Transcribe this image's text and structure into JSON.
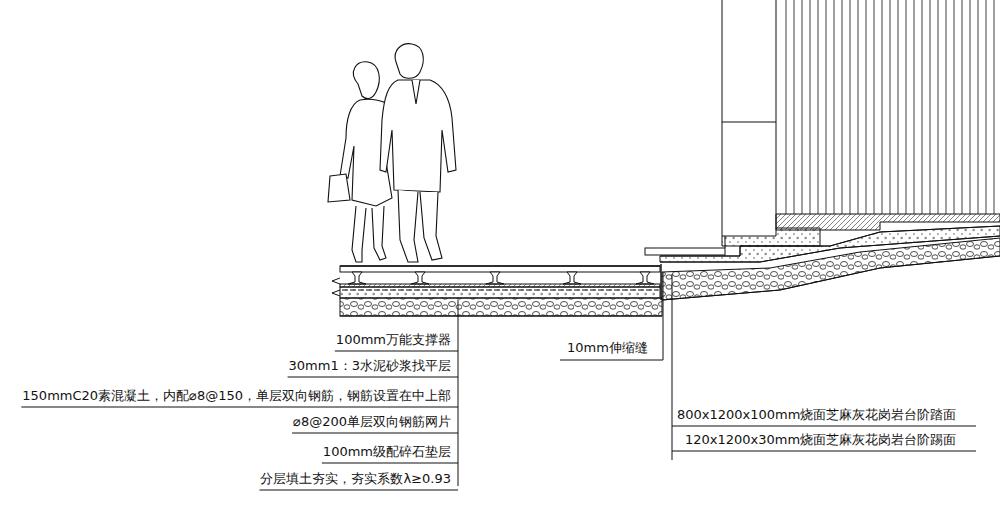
{
  "diagram": {
    "labels": [
      "100mm万能支撑器",
      "30mm1：3水泥砂浆找平层",
      "150mmC20素混凝土，内配⌀8@150，单层双向钢筋，钢筋设置在中上部",
      "⌀8@200单层双向钢筋网片",
      "100mm级配碎石垫层",
      "分层填土夯实，夯实系数λ≥0.93",
      "10mm伸缩缝",
      "800x1200x100mm烧面芝麻灰花岗岩台阶踏面",
      "120x1200x30mm烧面芝麻灰花岗岩台阶踢面"
    ]
  }
}
